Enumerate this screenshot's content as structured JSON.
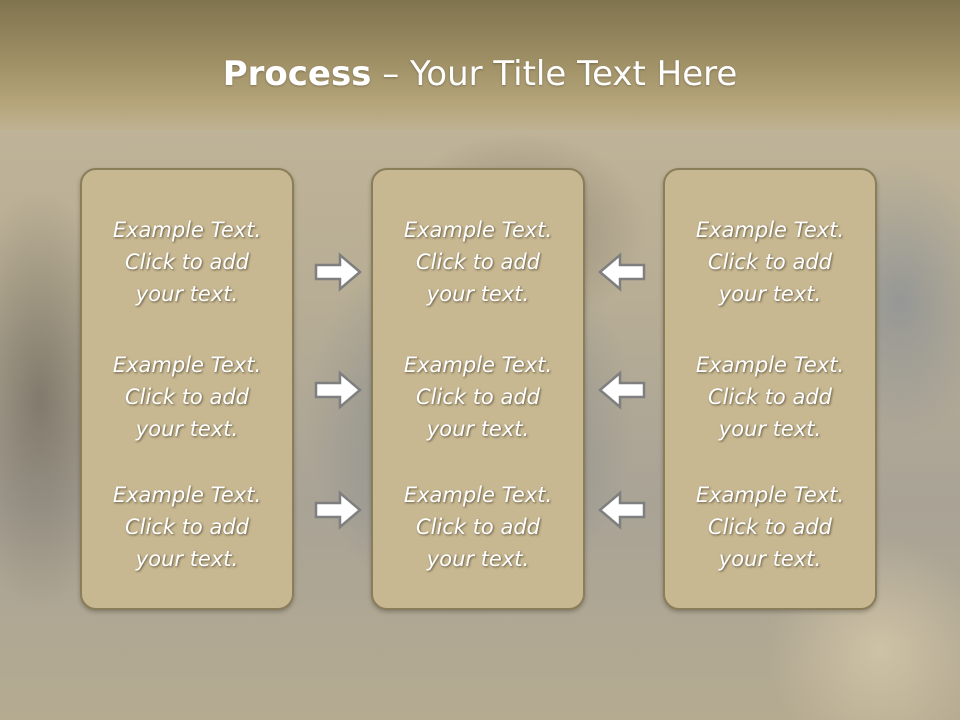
{
  "title": {
    "bold": "Process",
    "rest": " – Your Title Text Here"
  },
  "columns": [
    {
      "items": [
        {
          "line1": "Example Text.",
          "line2": "Click  to add",
          "line3": "your text."
        },
        {
          "line1": "Example Text.",
          "line2": "Click  to add",
          "line3": "your text."
        },
        {
          "line1": "Example Text.",
          "line2": "Click  to add",
          "line3": "your text."
        }
      ]
    },
    {
      "items": [
        {
          "line1": "Example Text.",
          "line2": "Click  to add",
          "line3": "your text."
        },
        {
          "line1": "Example Text.",
          "line2": "Click  to add",
          "line3": "your text."
        },
        {
          "line1": "Example Text.",
          "line2": "Click  to add",
          "line3": "your text."
        }
      ]
    },
    {
      "items": [
        {
          "line1": "Example Text.",
          "line2": "Click  to add",
          "line3": "your text."
        },
        {
          "line1": "Example Text.",
          "line2": "Click  to add",
          "line3": "your text."
        },
        {
          "line1": "Example Text.",
          "line2": "Click  to add",
          "line3": "your text."
        }
      ]
    }
  ],
  "arrows": {
    "left_group": "arrow-right-icon",
    "right_group": "arrow-left-icon"
  },
  "colors": {
    "panel_fill": "#c7b892",
    "panel_border": "#8a7d5a",
    "title_band": "#9d8e64"
  }
}
